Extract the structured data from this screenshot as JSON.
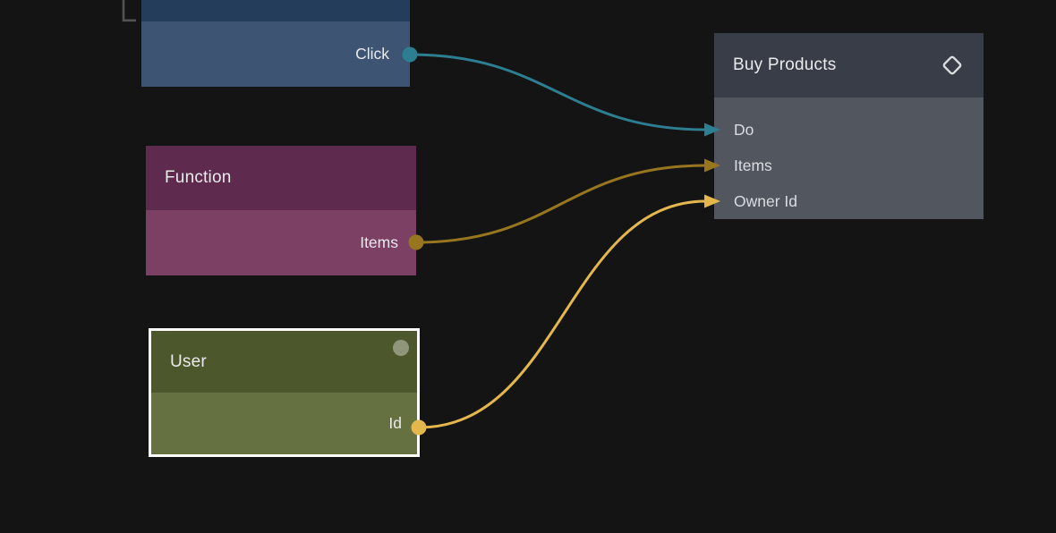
{
  "app": {
    "background_color": "#141414",
    "selection_color": "#ffffff",
    "bracket_color": "#525252"
  },
  "nodes": {
    "click": {
      "out_label": "Click",
      "header_color": "#233d5a",
      "body_color": "#3e5473",
      "port_color": "#2e7e92"
    },
    "function": {
      "title": "Function",
      "out_label": "Items",
      "header_color": "#5e2a4d",
      "body_color": "#7b4064",
      "port_color": "#97761f"
    },
    "user": {
      "title": "User",
      "out_label": "Id",
      "selected": true,
      "header_color": "#4c582c",
      "body_color": "#657140",
      "port_color": "#e3b74c",
      "status_dot_color": "#8f9679"
    },
    "buy_products": {
      "title": "Buy Products",
      "icon": "diamond-icon",
      "icon_color": "#d9dbde",
      "header_color": "#393d47",
      "body_color": "#52565f",
      "inputs": [
        "Do",
        "Items",
        "Owner Id"
      ]
    }
  },
  "connections": [
    {
      "from": "click.Click",
      "to": "buy_products.Do",
      "color": "#2e7e92"
    },
    {
      "from": "function.Items",
      "to": "buy_products.Items",
      "color": "#97761f"
    },
    {
      "from": "user.Id",
      "to": "buy_products.Owner Id",
      "color": "#e3b74c"
    }
  ]
}
